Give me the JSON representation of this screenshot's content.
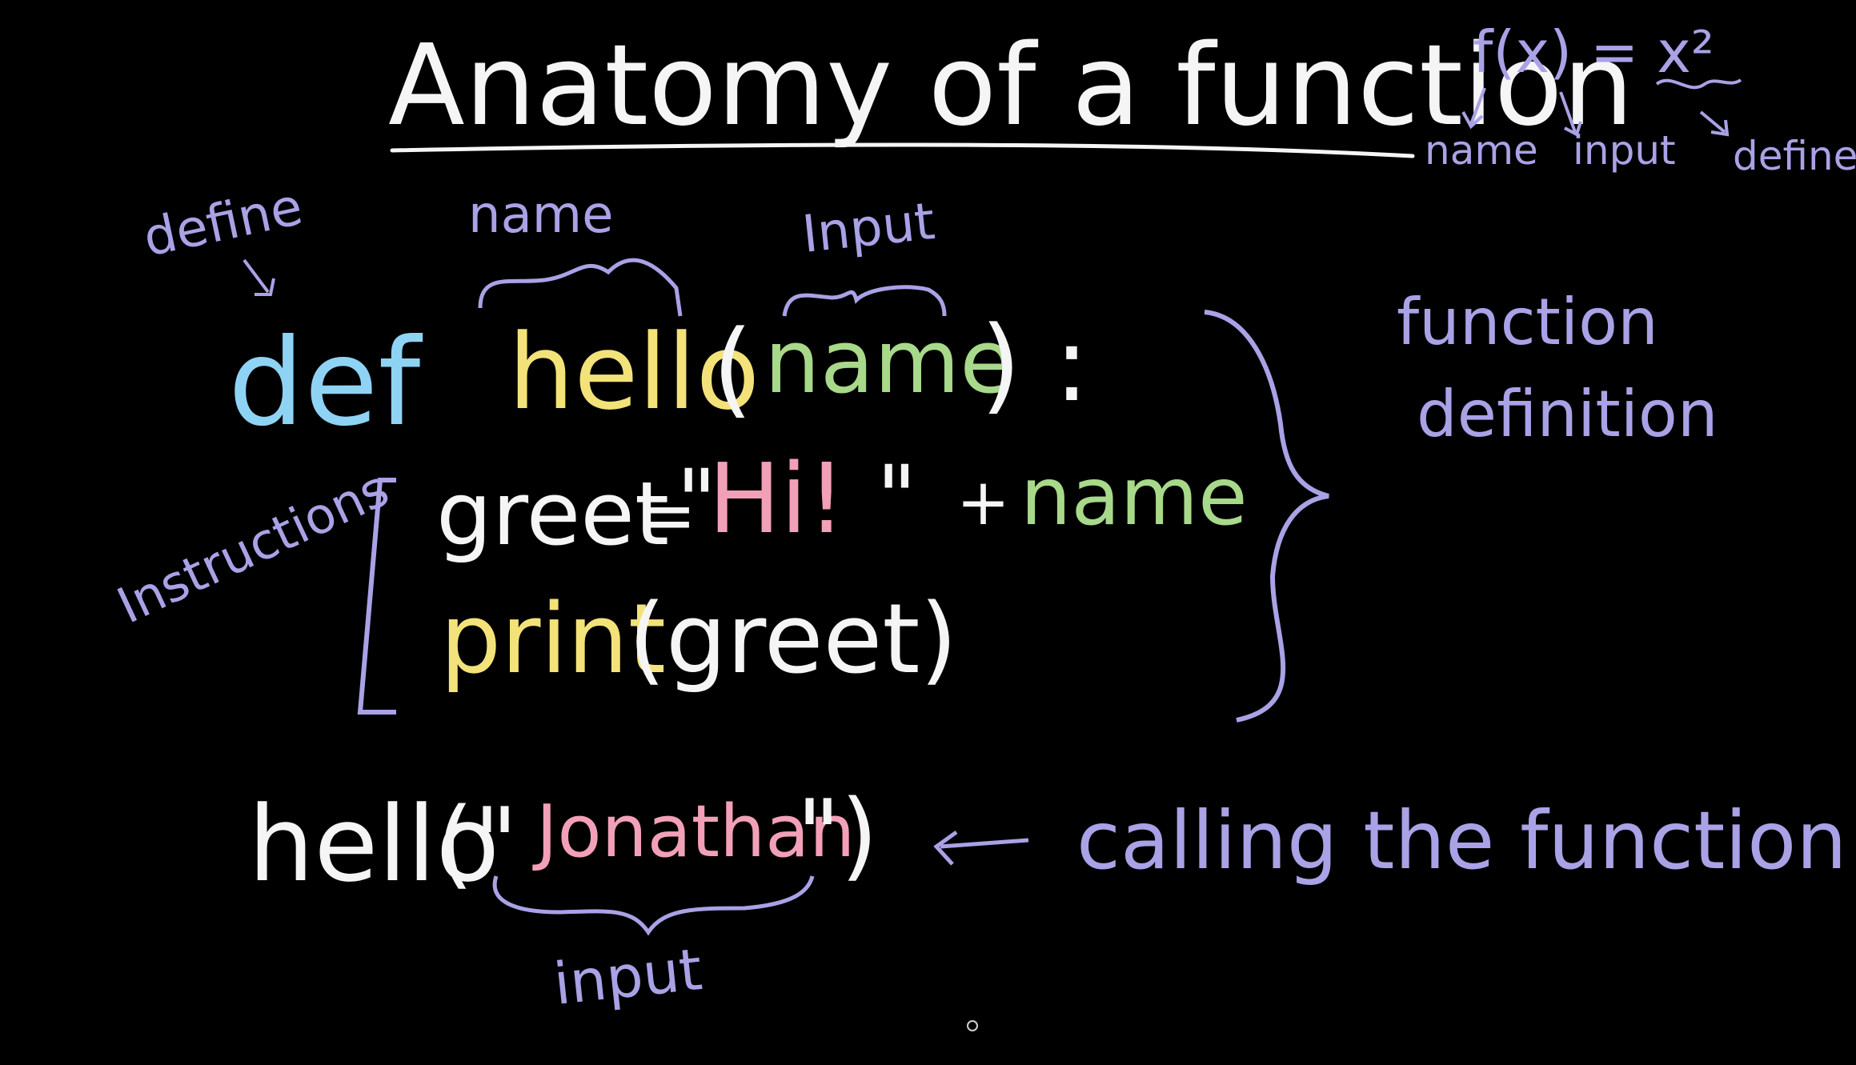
{
  "title": "Anatomy of a function",
  "math": {
    "expression": "f(x) = x²",
    "labels": {
      "name": "name",
      "input": "input",
      "define": "define"
    }
  },
  "annotations": {
    "define": "define",
    "name": "name",
    "input_top": "Input",
    "instructions": "Instructions",
    "function_definition_line1": "function",
    "function_definition_line2": "definition",
    "calling": "calling the function",
    "input_bottom": "input"
  },
  "code": {
    "def_keyword": "def",
    "func_name": "hello",
    "open_paren": "(",
    "param": "name",
    "close_paren_colon": ") :",
    "line1_var": "greet",
    "line1_eq": "=",
    "line1_quote_open": "\"",
    "line1_string": "Hi!",
    "line1_quote_close": "\"",
    "line1_plus": "+",
    "line1_name": "name",
    "line2_print": "print",
    "line2_args": "(greet)",
    "call_name": "hello",
    "call_open": "(\"",
    "call_arg": "Jonathan",
    "call_close": "\")"
  },
  "colors": {
    "background": "#000000",
    "chalk_white": "#f5f5f5",
    "annotation_purple": "#a9a2e6",
    "def_blue": "#8fd3f4",
    "name_yellow": "#f3e27a",
    "param_green": "#a8d98a",
    "string_pink": "#f2a0b8"
  }
}
